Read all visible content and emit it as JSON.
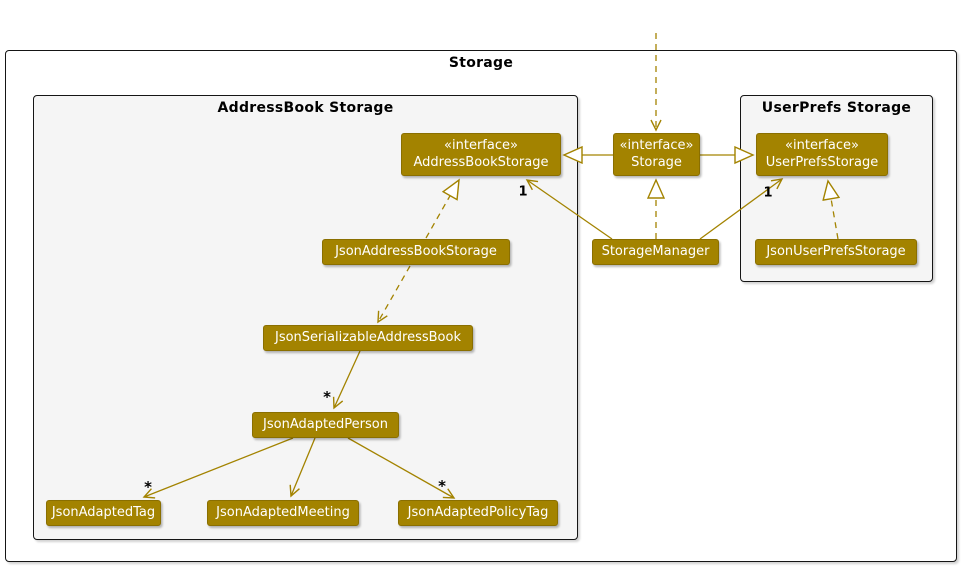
{
  "diagram": {
    "type": "uml-class-diagram",
    "outer_frame": {
      "title": "Storage"
    },
    "frames": {
      "addressbook": {
        "title": "AddressBook Storage"
      },
      "userprefs": {
        "title": "UserPrefs Storage"
      }
    },
    "nodes": {
      "addressBookStorage": {
        "stereotype": "«interface»",
        "name": "AddressBookStorage"
      },
      "storage": {
        "stereotype": "«interface»",
        "name": "Storage"
      },
      "userPrefsStorage": {
        "stereotype": "«interface»",
        "name": "UserPrefsStorage"
      },
      "jsonAddressBookStorage": {
        "name": "JsonAddressBookStorage"
      },
      "storageManager": {
        "name": "StorageManager"
      },
      "jsonUserPrefsStorage": {
        "name": "JsonUserPrefsStorage"
      },
      "jsonSerializableAddressBook": {
        "name": "JsonSerializableAddressBook"
      },
      "jsonAdaptedPerson": {
        "name": "JsonAdaptedPerson"
      },
      "jsonAdaptedTag": {
        "name": "JsonAdaptedTag"
      },
      "jsonAdaptedMeeting": {
        "name": "JsonAdaptedMeeting"
      },
      "jsonAdaptedPolicyTag": {
        "name": "JsonAdaptedPolicyTag"
      }
    },
    "multiplicities": {
      "storageManager_to_addressBookStorage": "1",
      "storageManager_to_userPrefsStorage": "1",
      "serializableAddressBook_to_adaptedPerson": "*",
      "adaptedPerson_to_adaptedTag": "*",
      "adaptedPerson_to_adaptedPolicyTag": "*"
    },
    "relationships": [
      {
        "from": "(external)",
        "to": "storage",
        "type": "dashed-dependency-arrow"
      },
      {
        "from": "storage",
        "to": "addressBookStorage",
        "type": "interface-extension"
      },
      {
        "from": "storage",
        "to": "userPrefsStorage",
        "type": "interface-extension"
      },
      {
        "from": "storageManager",
        "to": "storage",
        "type": "realization"
      },
      {
        "from": "storageManager",
        "to": "addressBookStorage",
        "type": "association",
        "multiplicity": "1"
      },
      {
        "from": "storageManager",
        "to": "userPrefsStorage",
        "type": "association",
        "multiplicity": "1"
      },
      {
        "from": "jsonAddressBookStorage",
        "to": "addressBookStorage",
        "type": "realization"
      },
      {
        "from": "jsonUserPrefsStorage",
        "to": "userPrefsStorage",
        "type": "realization"
      },
      {
        "from": "jsonAddressBookStorage",
        "to": "jsonSerializableAddressBook",
        "type": "dashed-dependency-arrow"
      },
      {
        "from": "jsonSerializableAddressBook",
        "to": "jsonAdaptedPerson",
        "type": "association",
        "multiplicity": "*"
      },
      {
        "from": "jsonAdaptedPerson",
        "to": "jsonAdaptedTag",
        "type": "association",
        "multiplicity": "*"
      },
      {
        "from": "jsonAdaptedPerson",
        "to": "jsonAdaptedMeeting",
        "type": "association"
      },
      {
        "from": "jsonAdaptedPerson",
        "to": "jsonAdaptedPolicyTag",
        "type": "association",
        "multiplicity": "*"
      }
    ],
    "colors": {
      "node_fill": "#A38300",
      "node_text": "#FFFFFF",
      "line": "#A38300",
      "frame_bg": "#F5F5F5",
      "frame_border": "#000000",
      "multiplicity_text": "#000000",
      "page_bg": "#FFFFFF"
    }
  }
}
